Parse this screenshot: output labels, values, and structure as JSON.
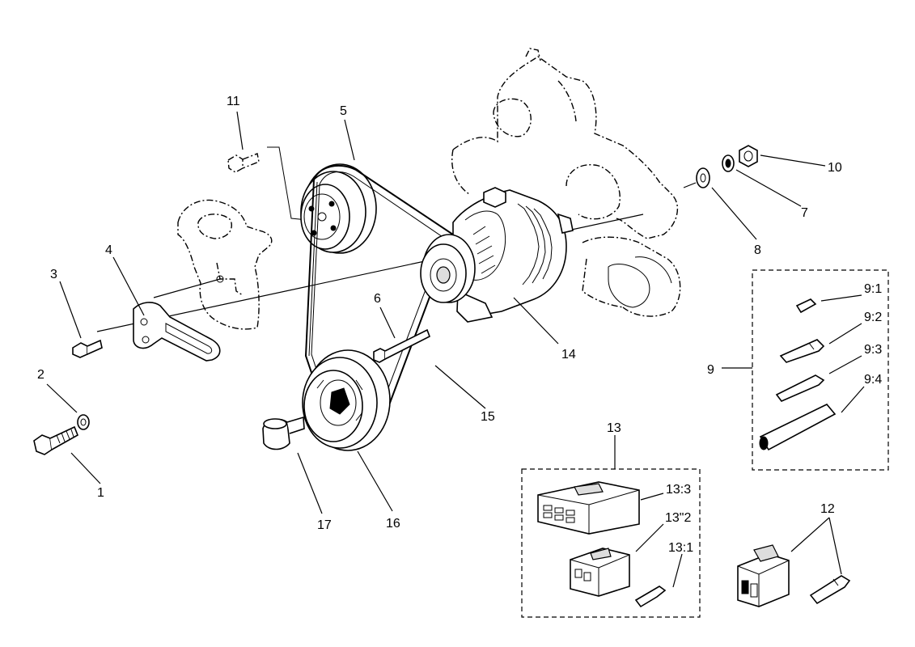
{
  "callouts": {
    "c1": "1",
    "c2": "2",
    "c3": "3",
    "c4": "4",
    "c5": "5",
    "c6": "6",
    "c7": "7",
    "c8": "8",
    "c9": "9",
    "c10": "10",
    "c11": "11",
    "c12": "12",
    "c13": "13",
    "c14": "14",
    "c15": "15",
    "c16": "16",
    "c17": "17",
    "c9_1": "9:1",
    "c9_2": "9:2",
    "c9_3": "9:3",
    "c9_4": "9:4",
    "c13_1": "13:1",
    "c13_2": "13\"2",
    "c13_3": "13:3"
  }
}
